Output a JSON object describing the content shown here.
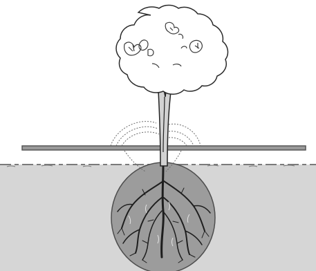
{
  "colors": {
    "background": "#ffffff",
    "soil": "#d6d6d6",
    "soil_edge": "#7a7a7a",
    "root_ball": "#9c9c9c",
    "root_ball_edge": "#4e4e4e",
    "roots": "#1e1e1e",
    "root_highlight": "#e4e4e4",
    "trunk_fill": "#d2d2d2",
    "trunk_outline": "#222222",
    "canopy_fill": "#ffffff",
    "canopy_outline": "#2a2a2a",
    "canopy_texture": "#3a3a3a",
    "hose_pipe": "#9a9a9a",
    "hose_pipe_edge": "#555555",
    "water_spray": "#6a6a6a"
  },
  "icons": {
    "tree": "tree-icon",
    "soil": "soil-ground",
    "root_ball": "root-ball",
    "soaker_hose": "soaker-hose-pipe",
    "water_spray": "water-spray-lines"
  }
}
